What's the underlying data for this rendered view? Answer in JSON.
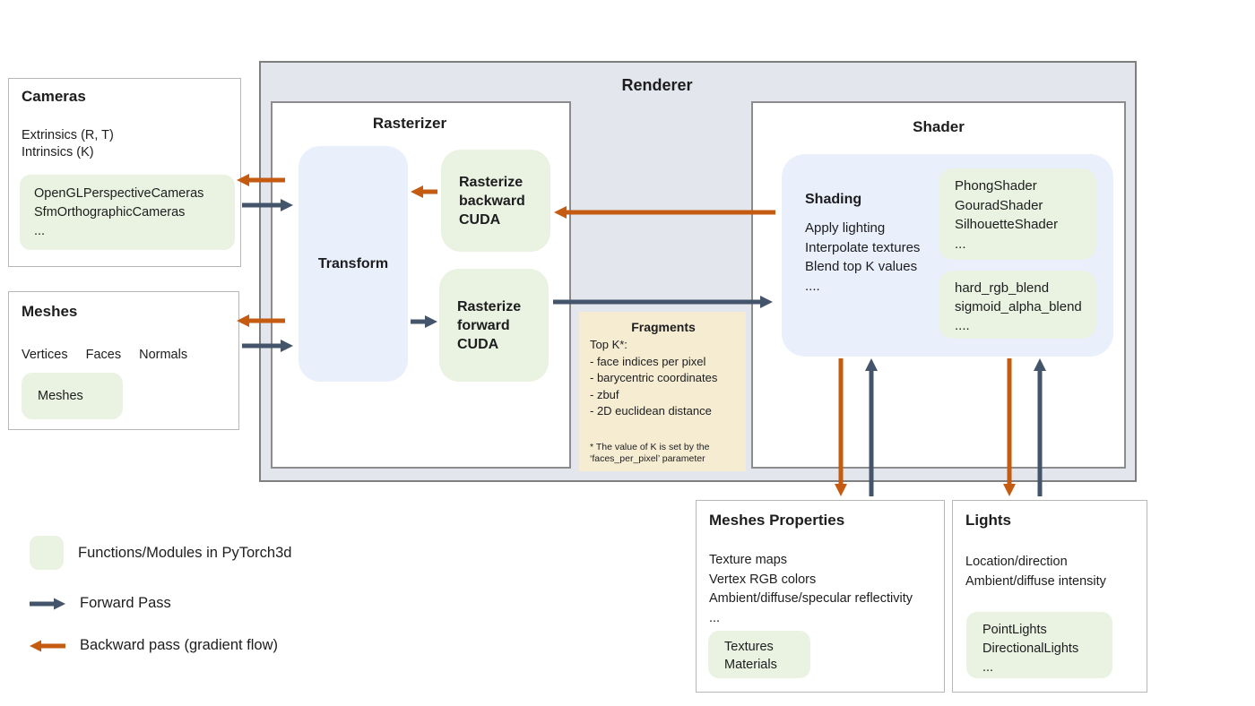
{
  "colors": {
    "orange": "#C55A11",
    "slate": "#44546A",
    "green": "#EAF2E1",
    "blue": "#E9EFFB",
    "tan": "#F5ECD2",
    "renderer_bg": "#E3E6EC"
  },
  "renderer": {
    "title": "Renderer"
  },
  "cameras": {
    "title": "Cameras",
    "lines": [
      "Extrinsics (R, T)",
      "Intrinsics (K)"
    ],
    "modules": [
      "OpenGLPerspectiveCameras",
      "SfmOrthographicCameras",
      "..."
    ]
  },
  "meshes": {
    "title": "Meshes",
    "attrs": [
      "Vertices",
      "Faces",
      "Normals"
    ],
    "modules": [
      "Meshes"
    ]
  },
  "rasterizer": {
    "title": "Rasterizer",
    "transform": "Transform",
    "backward": [
      "Rasterize",
      "backward",
      "CUDA"
    ],
    "forward": [
      "Rasterize",
      "forward",
      "CUDA"
    ]
  },
  "fragments": {
    "title": "Fragments",
    "lines": [
      "Top K*:",
      "- face indices per pixel",
      "- barycentric coordinates",
      "- zbuf",
      "- 2D euclidean distance"
    ],
    "footnote": "* The value of K is set by the ‘faces_per_pixel’ parameter"
  },
  "shader": {
    "title": "Shader",
    "shading_title": "Shading",
    "shading_lines": [
      "Apply lighting",
      "Interpolate textures",
      "Blend top K values",
      "...."
    ],
    "shader_modules": [
      "PhongShader",
      "GouradShader",
      "SilhouetteShader",
      "..."
    ],
    "blend_modules": [
      "hard_rgb_blend",
      "sigmoid_alpha_blend",
      "...."
    ]
  },
  "meshes_properties": {
    "title": "Meshes Properties",
    "lines": [
      "Texture maps",
      "Vertex RGB colors",
      "Ambient/diffuse/specular reflectivity",
      "..."
    ],
    "modules": [
      "Textures",
      "Materials"
    ]
  },
  "lights": {
    "title": "Lights",
    "lines": [
      "Location/direction",
      "Ambient/diffuse intensity"
    ],
    "modules": [
      "PointLights",
      "DirectionalLights",
      "..."
    ]
  },
  "legend": {
    "module": "Functions/Modules in PyTorch3d",
    "forward": "Forward Pass",
    "backward": "Backward pass (gradient flow)"
  }
}
